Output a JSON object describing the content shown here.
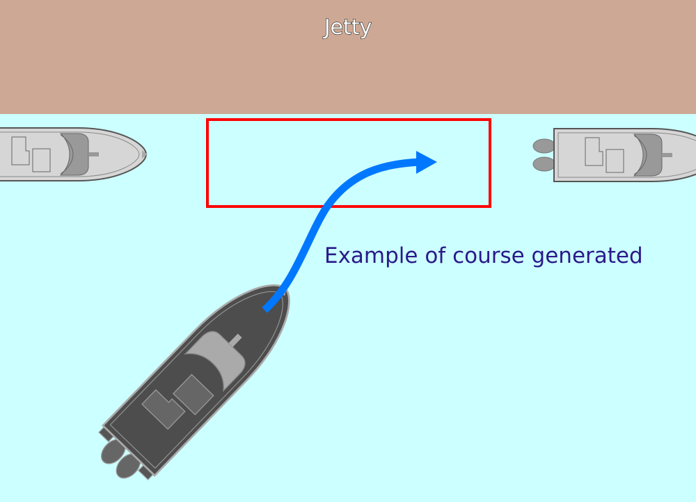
{
  "jetty": {
    "label": "Jetty",
    "color": "#cda995"
  },
  "water_color": "#ccffff",
  "target_berth_color": "#ff0000",
  "course": {
    "label": "Example of course generated",
    "color": "#0077ff"
  },
  "boats": [
    {
      "name": "moored-boat-left",
      "style": "light"
    },
    {
      "name": "moored-boat-right",
      "style": "light"
    },
    {
      "name": "own-boat",
      "style": "dark"
    }
  ]
}
